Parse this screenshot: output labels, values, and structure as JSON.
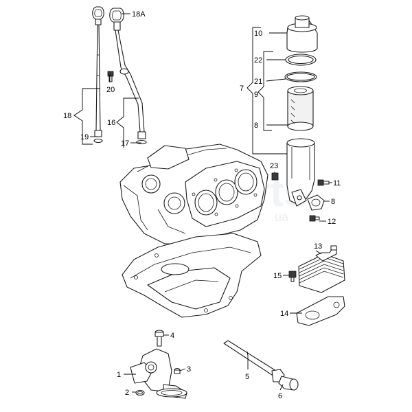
{
  "callouts": {
    "c1": "1",
    "c2": "2",
    "c3": "3",
    "c4": "4",
    "c5": "5",
    "c6": "6",
    "c7": "7",
    "c8a": "8",
    "c8b": "8",
    "c9": "9",
    "c10": "10",
    "c11": "11",
    "c12": "12",
    "c13": "13",
    "c14": "14",
    "c15": "15",
    "c16": "16",
    "c17": "17",
    "c18": "18",
    "c18a": "18A",
    "c19": "19",
    "c20": "20",
    "c21": "21",
    "c22": "22",
    "c23": "23"
  },
  "watermark": {
    "text": "parts",
    "domain": ".ua"
  },
  "colors": {
    "line": "#1a1a1a",
    "background": "#ffffff",
    "watermark": "#d8dde3"
  }
}
